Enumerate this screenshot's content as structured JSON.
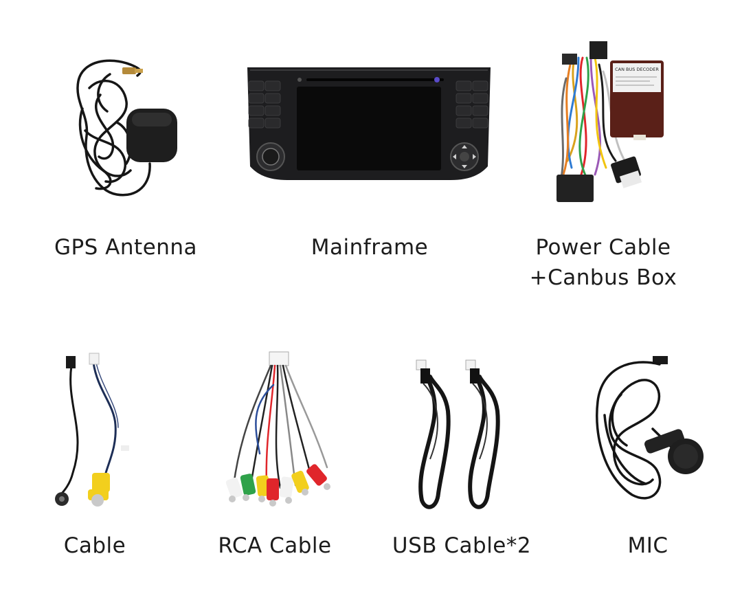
{
  "items": [
    {
      "label": "GPS Antenna"
    },
    {
      "label": "Mainframe"
    },
    {
      "label_line1": "Power Cable",
      "label_line2": "+Canbus Box"
    },
    {
      "label": "Cable"
    },
    {
      "label": "RCA Cable"
    },
    {
      "label": "USB Cable*2"
    },
    {
      "label": "MIC"
    }
  ],
  "canbus_box_text": [
    "CAN BUS DECODER"
  ],
  "colors": {
    "background": "#ffffff",
    "text": "#1c1c1c",
    "rca_red": "#e0262b",
    "rca_yellow": "#f2cf1d",
    "rca_white": "#f2f2f2",
    "rca_green": "#2fa24a",
    "canbus_box": "#5a2018"
  }
}
